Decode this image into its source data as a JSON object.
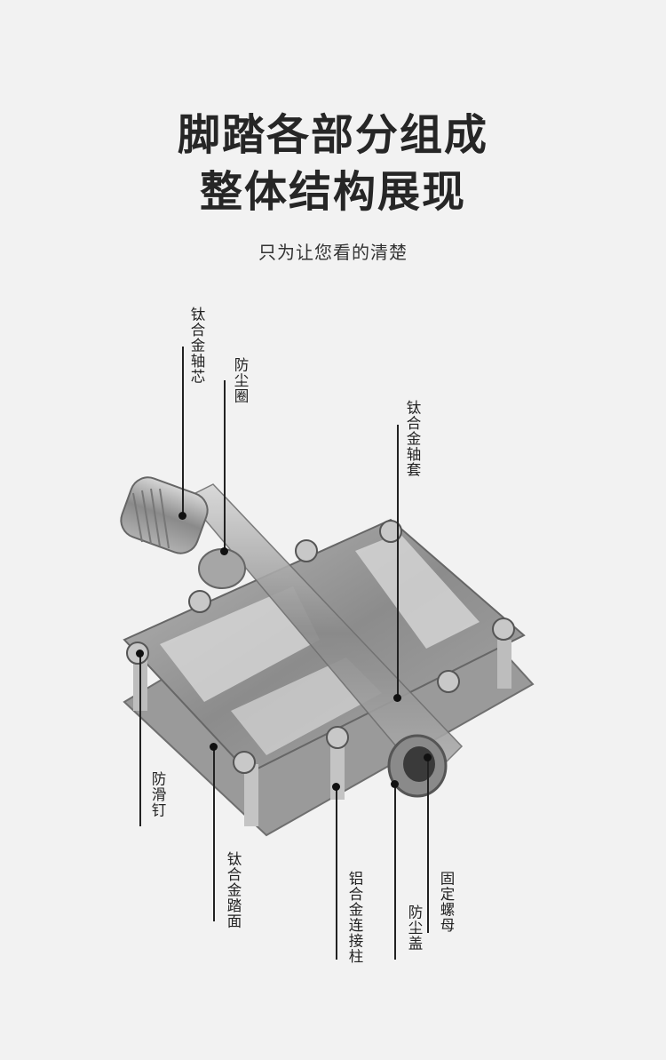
{
  "header": {
    "title_line1": "脚踏各部分组成",
    "title_line2": "整体结构展现",
    "subtitle": "只为让您看的清楚"
  },
  "parts": [
    {
      "id": "axle-core",
      "label": "钛合金轴芯"
    },
    {
      "id": "dust-ring",
      "label": "防尘圈"
    },
    {
      "id": "axle-sleeve",
      "label": "钛合金轴套"
    },
    {
      "id": "anti-slip-pin",
      "label": "防滑钉"
    },
    {
      "id": "platform",
      "label": "钛合金踏面"
    },
    {
      "id": "connecting-post",
      "label": "铝合金连接柱"
    },
    {
      "id": "dust-cap",
      "label": "防尘盖"
    },
    {
      "id": "lock-nut",
      "label": "固定螺母"
    }
  ]
}
